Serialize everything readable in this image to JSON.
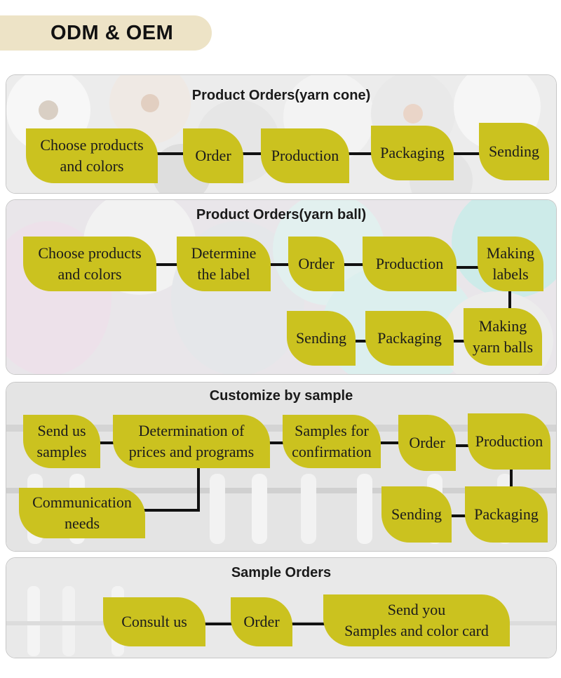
{
  "header": {
    "title": "ODM & OEM"
  },
  "sections": [
    {
      "title": "Product Orders(yarn cone)",
      "steps": [
        "Choose products\nand colors",
        "Order",
        "Production",
        "Packaging",
        "Sending"
      ]
    },
    {
      "title": "Product Orders(yarn ball)",
      "steps": [
        "Choose products\nand colors",
        "Determine\nthe label",
        "Order",
        "Production",
        "Making\nlabels",
        "Making\nyarn balls",
        "Packaging",
        "Sending"
      ]
    },
    {
      "title": "Customize by sample",
      "steps": [
        "Send us\nsamples",
        "Determination of\nprices and programs",
        "Samples for\nconfirmation",
        "Order",
        "Production",
        "Communication\nneeds",
        "Packaging",
        "Sending"
      ]
    },
    {
      "title": "Sample Orders",
      "steps": [
        "Consult us",
        "Order",
        "Send you\nSamples and color card"
      ]
    }
  ],
  "colors": {
    "node_fill": "#cbc21f",
    "header_tab": "#ede3c6",
    "connector": "#111111"
  }
}
